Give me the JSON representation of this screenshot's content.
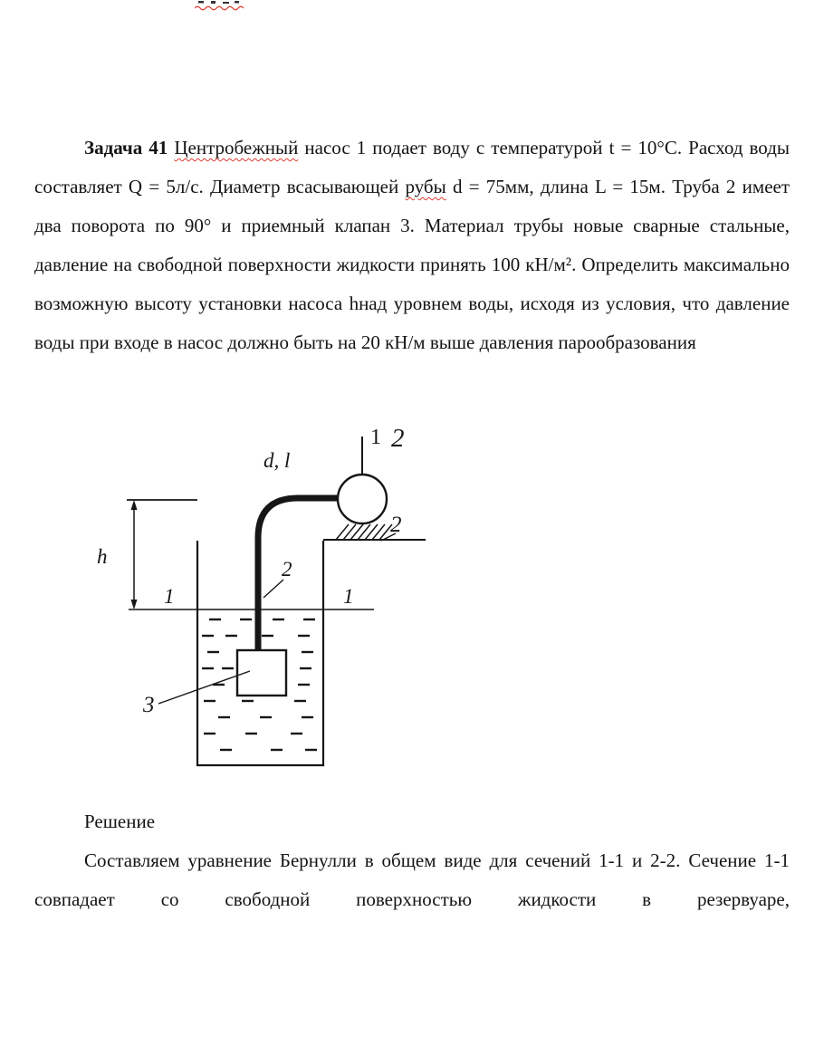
{
  "colors": {
    "text": "#141414",
    "spell_underline": "#e23b2e",
    "background": "#ffffff"
  },
  "problem": {
    "segments": [
      {
        "text": "Задача 41",
        "bold": true
      },
      {
        "text": " "
      },
      {
        "text": "Центробежный",
        "misspelled": true
      },
      {
        "text": " насос 1 подает воду с температурой t = 10°С. Расход воды составляет Q = 5л/с. Диаметр всасывающей "
      },
      {
        "text": "рубы",
        "misspelled": true
      },
      {
        "text": " d = 75мм, длина L = 15м. Труба 2 имеет два поворота по 90° и приемный клапан 3. Материал трубы новые сварные стальные, давление на свободной поверхности жидкости принять 100 кН/м². Определить максимально возможную высоту установки насоса hнад уровнем воды, исходя из условия, что давление воды при входе в насос должно быть на 20 кН/м выше давления парообразования"
      }
    ]
  },
  "figure": {
    "labels": {
      "pump_top_1": "1",
      "pump_top_2": "2",
      "pipe_dim": "d, l",
      "height": "h",
      "section_left_1": "1",
      "section_right_1": "1",
      "pipe_2": "2",
      "ground_right_2": "2",
      "valve_3": "3"
    }
  },
  "solution": {
    "heading": "Решение",
    "paragraph": "Составляем уравнение Бернулли в общем виде для сечений 1-1 и 2-2. Сечение 1-1 совпадает со свободной поверхностью жидкости в резервуаре,"
  }
}
